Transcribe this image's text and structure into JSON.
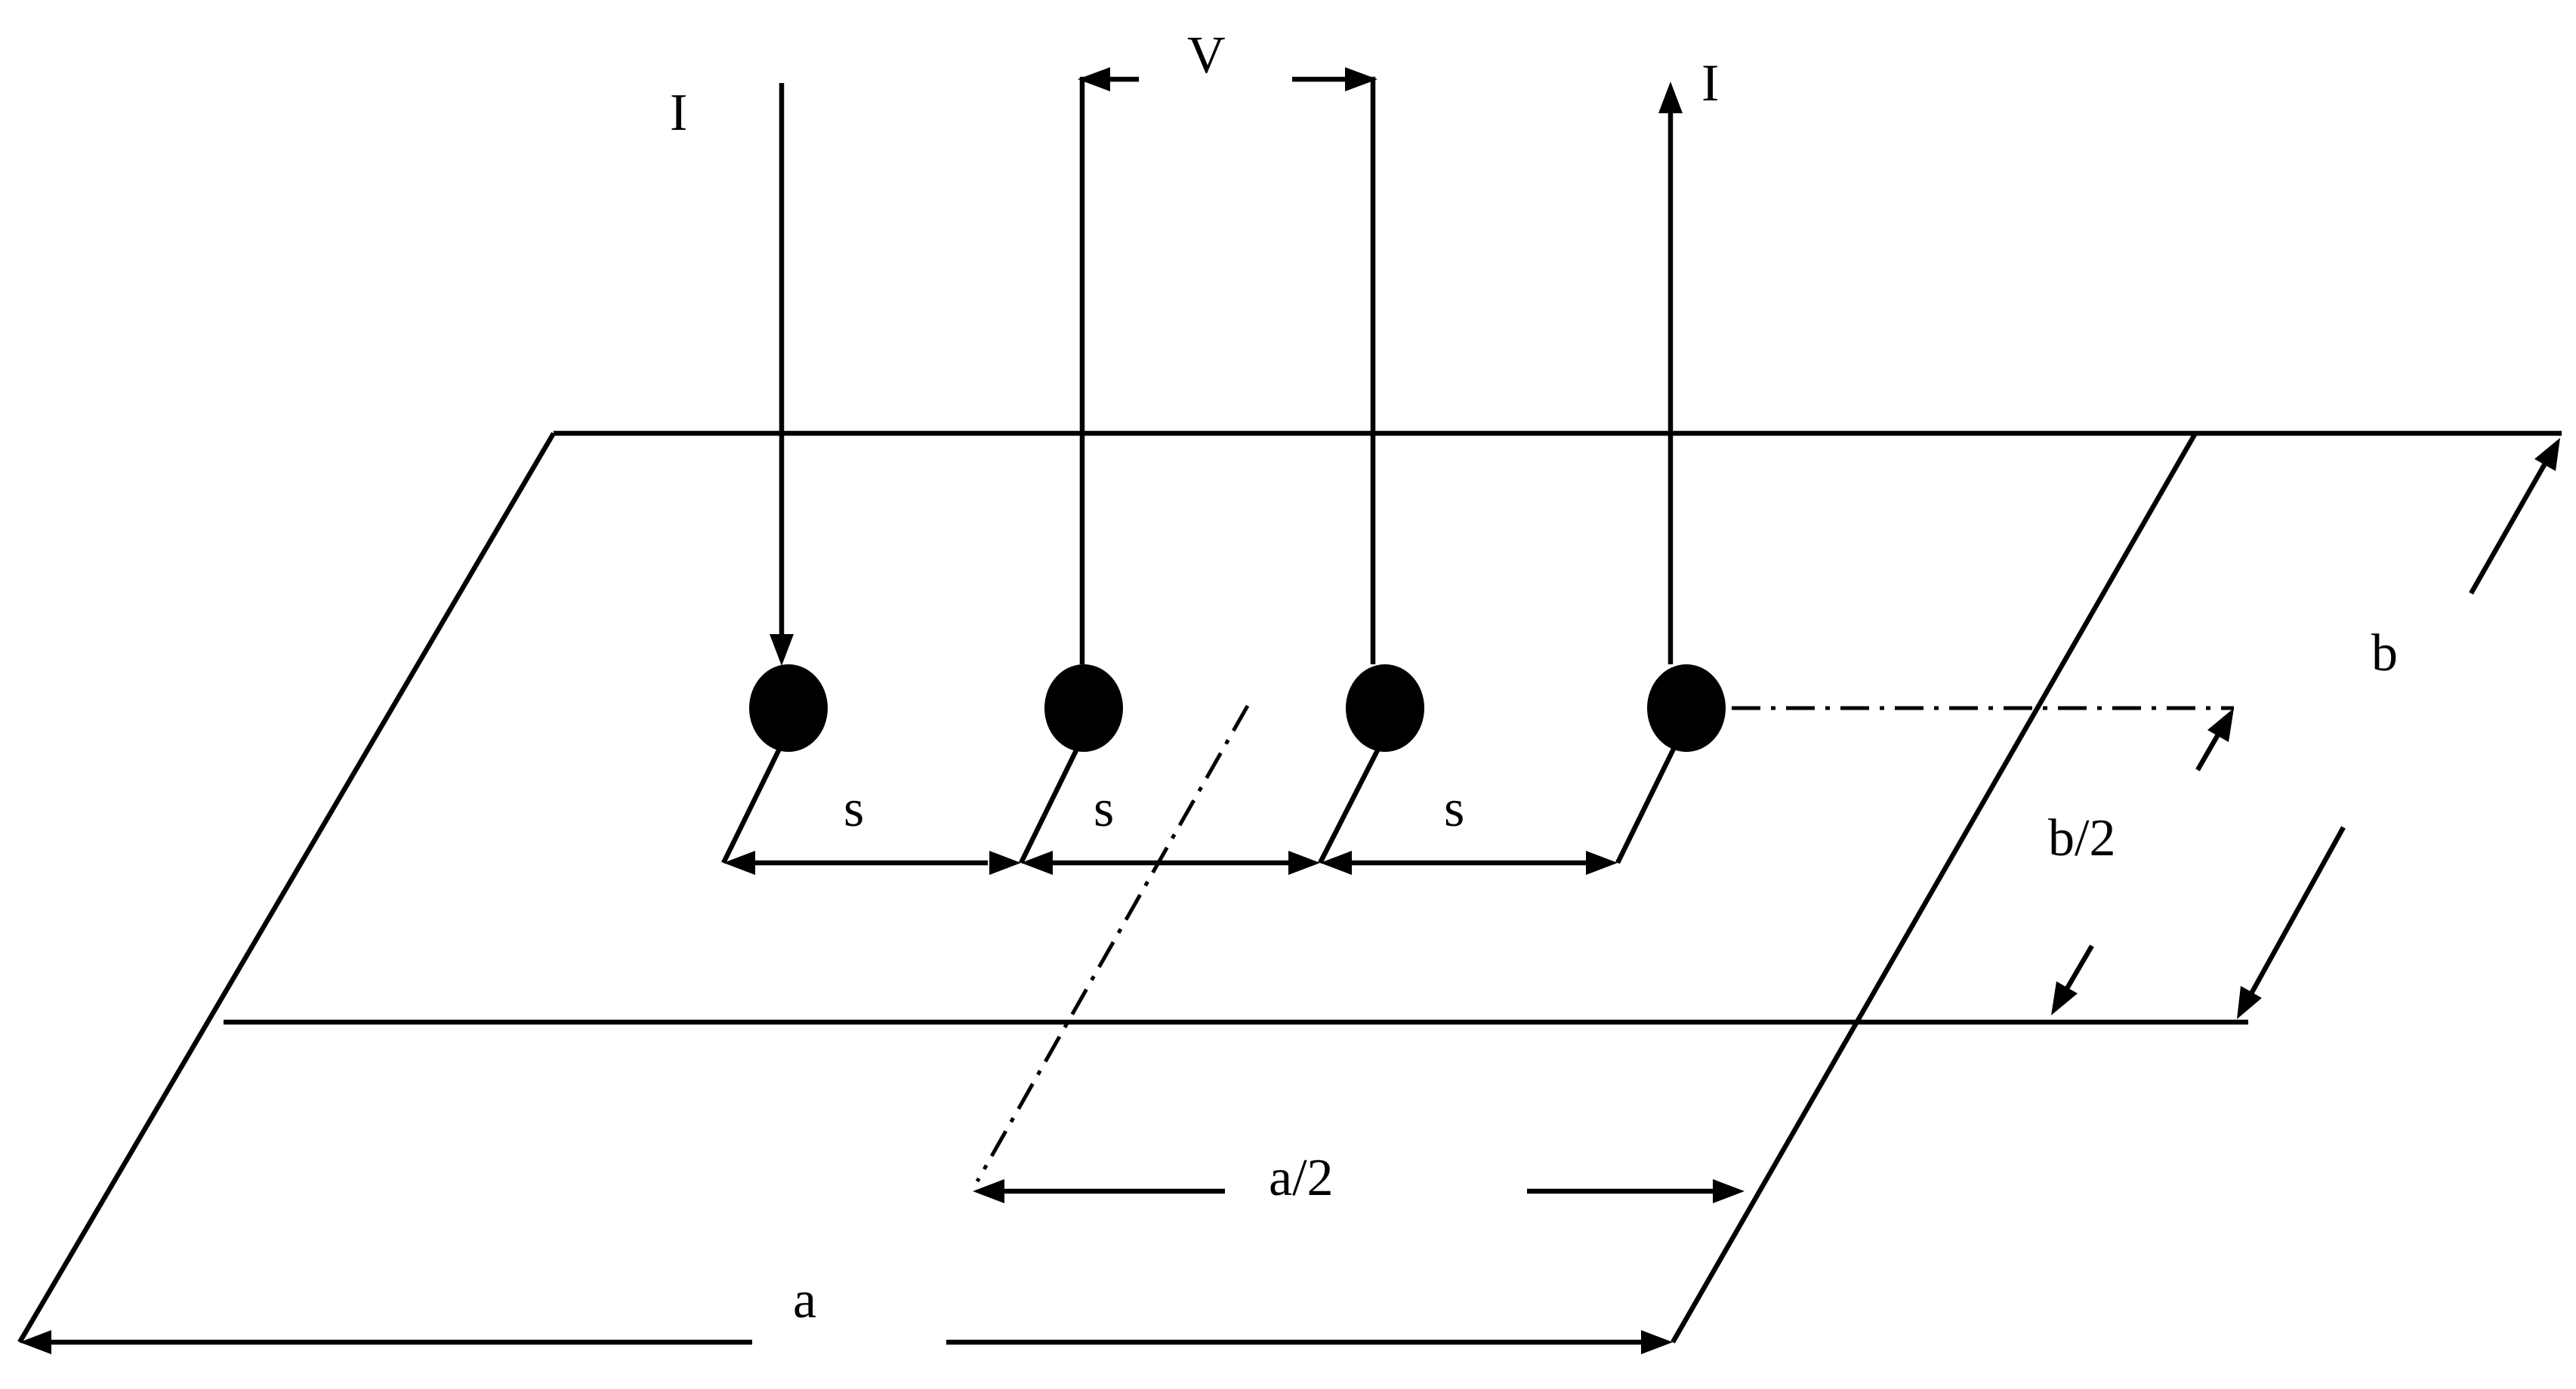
{
  "labels": {
    "current_in": "I",
    "current_out": "I",
    "voltage": "V",
    "spacing_1": "s",
    "spacing_2": "s",
    "spacing_3": "s",
    "width_b": "b",
    "half_width_b": "b/2",
    "length_a": "a",
    "half_length_a": "a/2"
  },
  "colors": {
    "ink": "#000000",
    "background": "#ffffff"
  }
}
